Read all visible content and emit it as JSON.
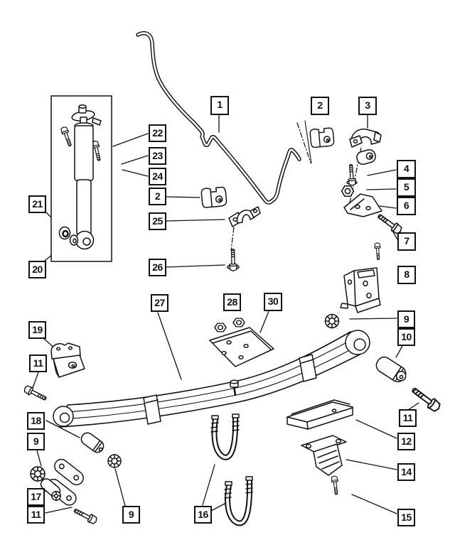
{
  "figure": {
    "background": "#ffffff",
    "line_color": "#111111"
  },
  "callouts": [
    {
      "label": "1"
    },
    {
      "label": "2"
    },
    {
      "label": "3"
    },
    {
      "label": "22"
    },
    {
      "label": "23"
    },
    {
      "label": "24"
    },
    {
      "label": "2"
    },
    {
      "label": "25"
    },
    {
      "label": "26"
    },
    {
      "label": "21"
    },
    {
      "label": "20"
    },
    {
      "label": "4"
    },
    {
      "label": "5"
    },
    {
      "label": "6"
    },
    {
      "label": "7"
    },
    {
      "label": "8"
    },
    {
      "label": "9"
    },
    {
      "label": "10"
    },
    {
      "label": "27"
    },
    {
      "label": "28"
    },
    {
      "label": "30"
    },
    {
      "label": "19"
    },
    {
      "label": "11"
    },
    {
      "label": "18"
    },
    {
      "label": "9"
    },
    {
      "label": "17"
    },
    {
      "label": "11"
    },
    {
      "label": "9"
    },
    {
      "label": "16"
    },
    {
      "label": "11"
    },
    {
      "label": "12"
    },
    {
      "label": "14"
    },
    {
      "label": "15"
    }
  ]
}
